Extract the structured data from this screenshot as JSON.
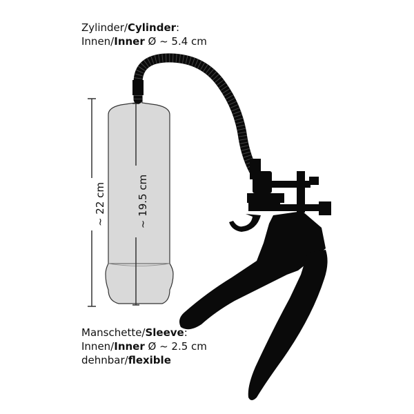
{
  "cylinder_label": {
    "line1_prefix": "Zylinder/",
    "line1_bold": "Cylinder",
    "line1_suffix": ":",
    "line2_prefix": "Innen/",
    "line2_bold": "Inner",
    "line2_suffix": " Ø ~ 5.4 cm"
  },
  "sleeve_label": {
    "line1_prefix": "Manschette/",
    "line1_bold": "Sleeve",
    "line1_suffix": ":",
    "line2_prefix": "Innen/",
    "line2_bold": "Inner",
    "line2_suffix": " Ø ~ 2.5 cm",
    "line3_prefix": "dehnbar/",
    "line3_bold": "flexible"
  },
  "dimensions": {
    "outer_length": "~ 22 cm",
    "inner_length": "~ 19.5 cm"
  },
  "colors": {
    "cylinder_fill": "#d9d9d9",
    "outline": "#333333",
    "pump_black": "#0a0a0a"
  }
}
